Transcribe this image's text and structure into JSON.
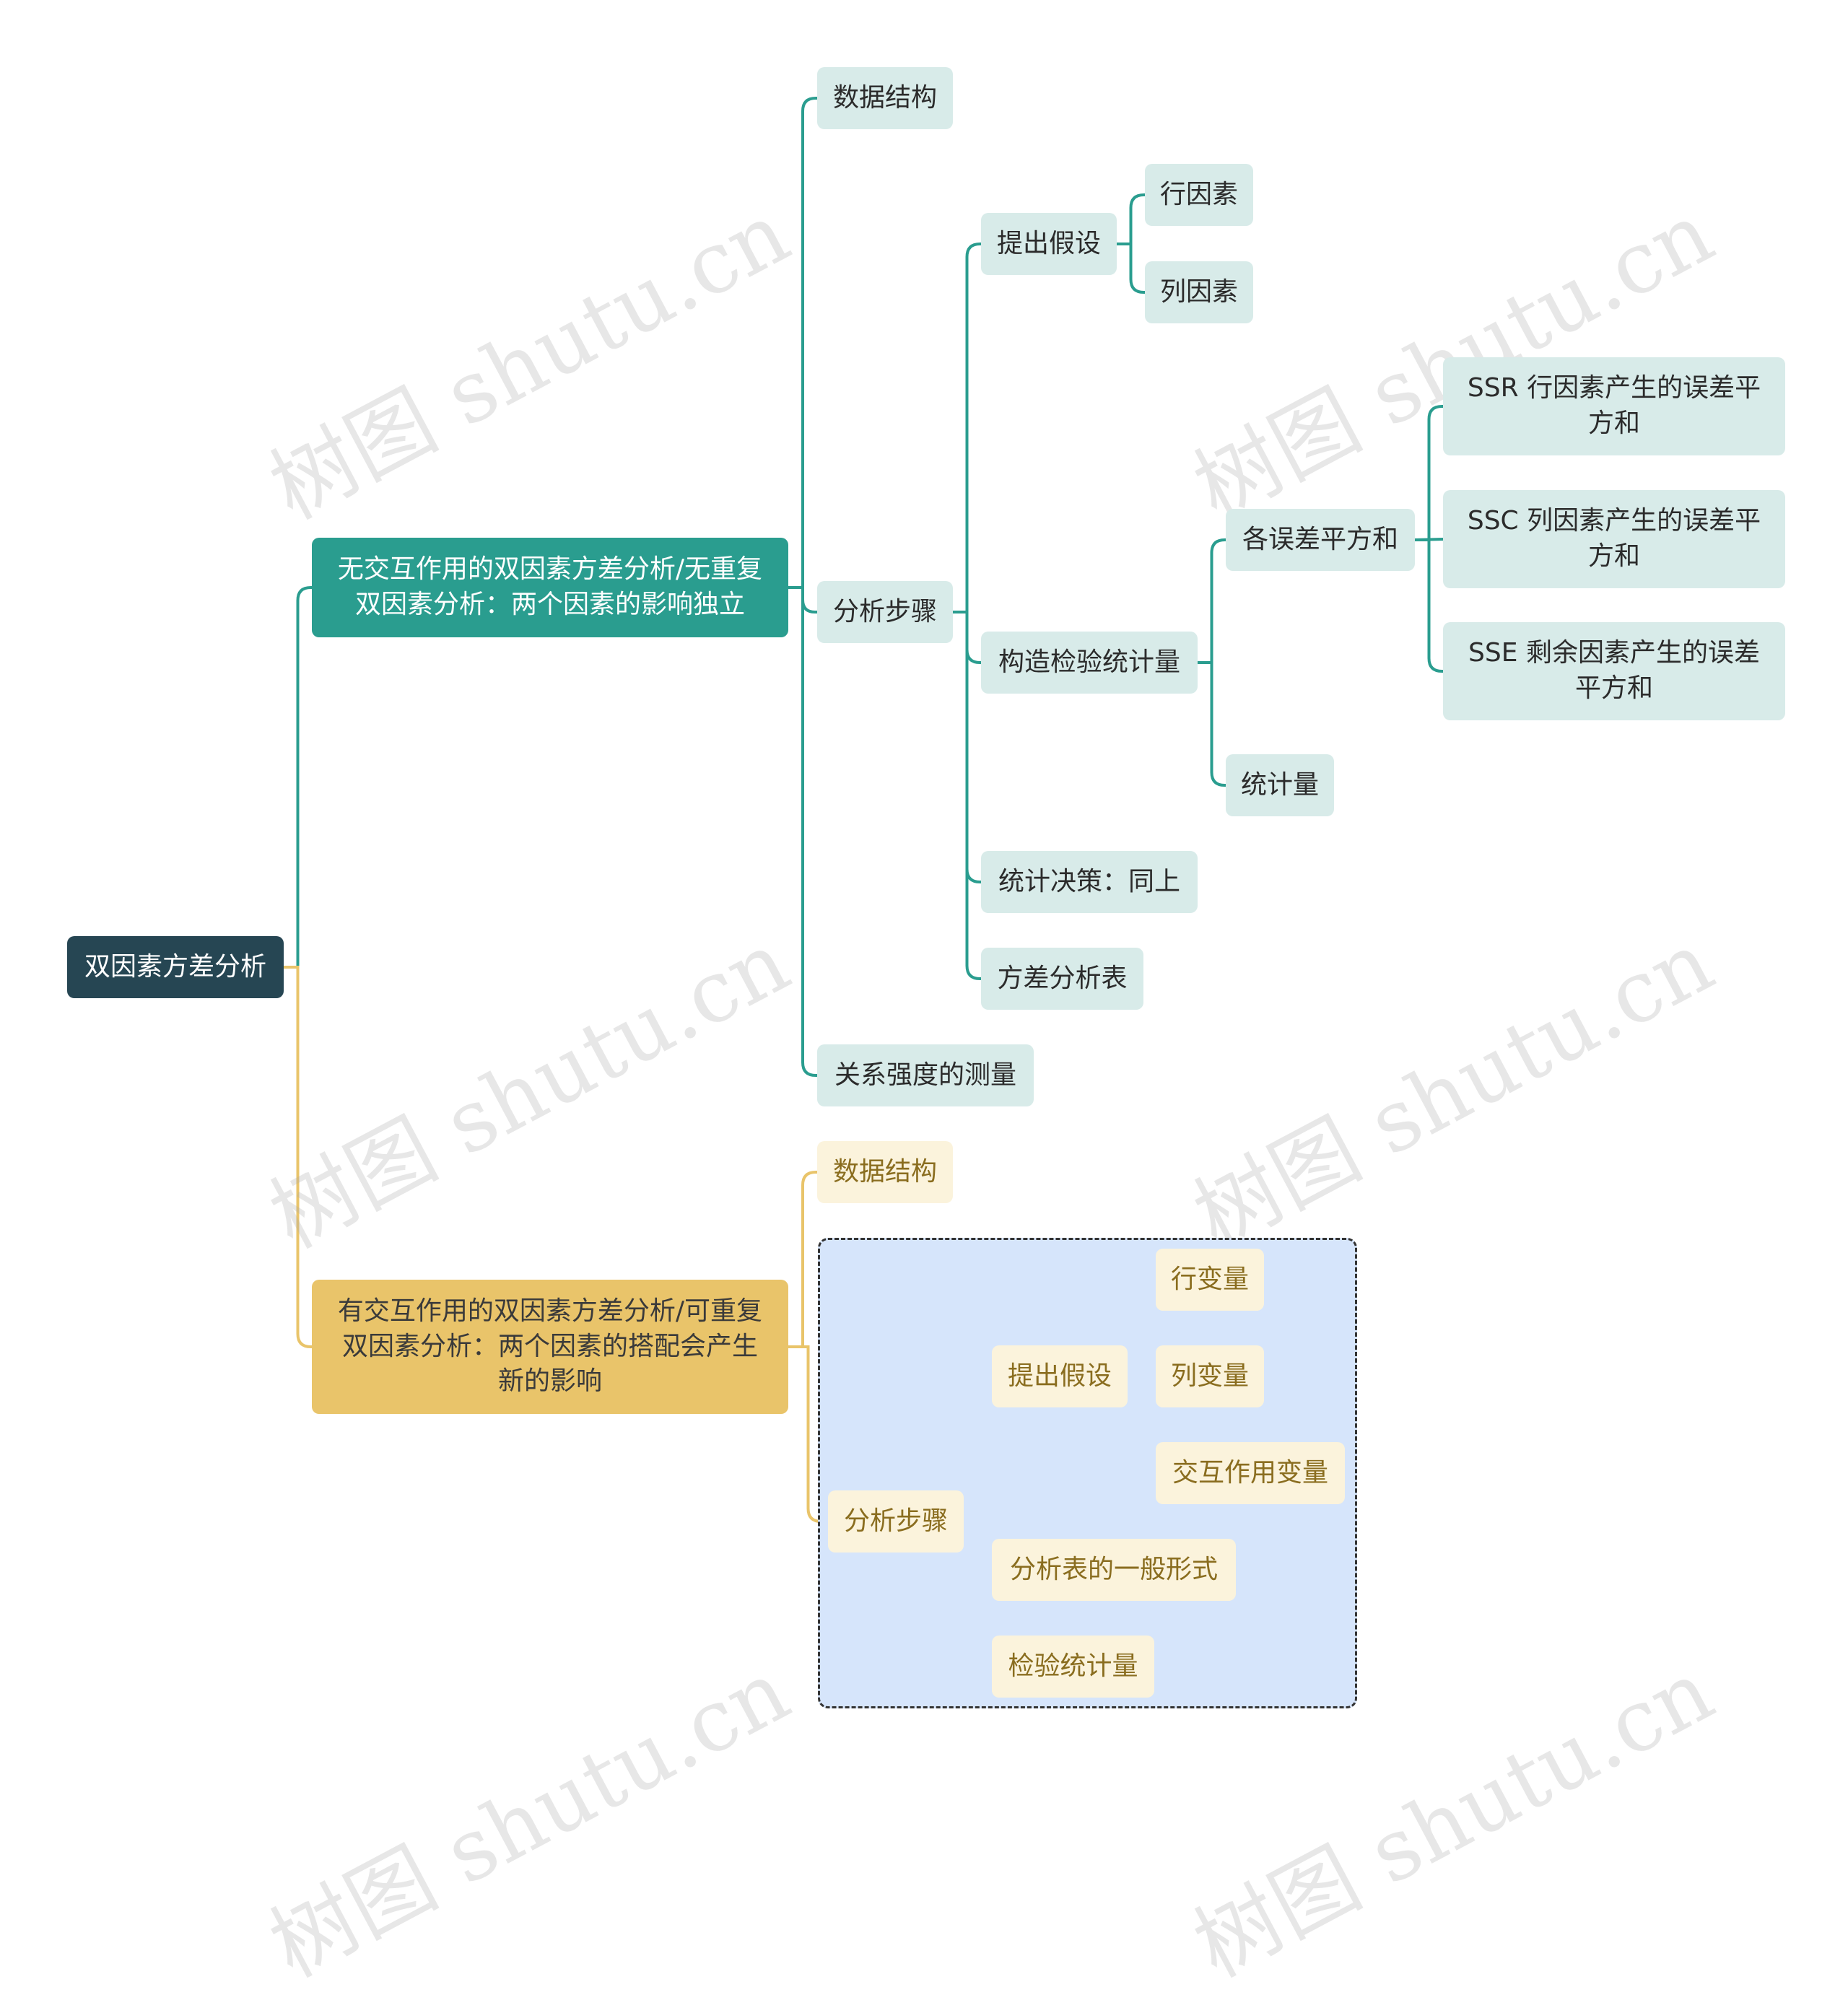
{
  "colors": {
    "teal_line": "#2a9d8f",
    "gold_line": "#e9c46a",
    "root": "#264653",
    "teal_branch": "#2a9d8f",
    "gold_branch": "#e9c46a",
    "teal_leaf": "#d8ebe9",
    "gold_leaf": "#fbf3dc",
    "group_fill": "#d6e5fb"
  },
  "watermark_text": "树图 shutu.cn",
  "root": {
    "label": "双因素方差分析"
  },
  "branch_no_interaction": {
    "label": "无交互作用的双因素方差分析/无重复\n双因素分析：两个因素的影响独立",
    "data_structure": "数据结构",
    "analysis_steps": {
      "label": "分析步骤",
      "hypothesis": {
        "label": "提出假设",
        "row_factor": "行因素",
        "col_factor": "列因素"
      },
      "construct_statistic": {
        "label": "构造检验统计量",
        "sum_of_squares": {
          "label": "各误差平方和",
          "ssr": "SSR 行因素产生的误差平\n方和",
          "ssc": "SSC 列因素产生的误差平\n方和",
          "sse": "SSE 剩余因素产生的误差\n平方和"
        },
        "statistic": "统计量"
      },
      "decision": "统计决策：同上",
      "anova_table": "方差分析表"
    },
    "strength": "关系强度的测量"
  },
  "branch_interaction": {
    "label": "有交互作用的双因素方差分析/可重复\n双因素分析：两个因素的搭配会产生\n新的影响",
    "data_structure": "数据结构",
    "analysis_steps": {
      "label": "分析步骤",
      "hypothesis": {
        "label": "提出假设",
        "row_var": "行变量",
        "col_var": "列变量",
        "interaction_var": "交互作用变量"
      },
      "general_form": "分析表的一般形式",
      "test_statistic": "检验统计量"
    }
  }
}
